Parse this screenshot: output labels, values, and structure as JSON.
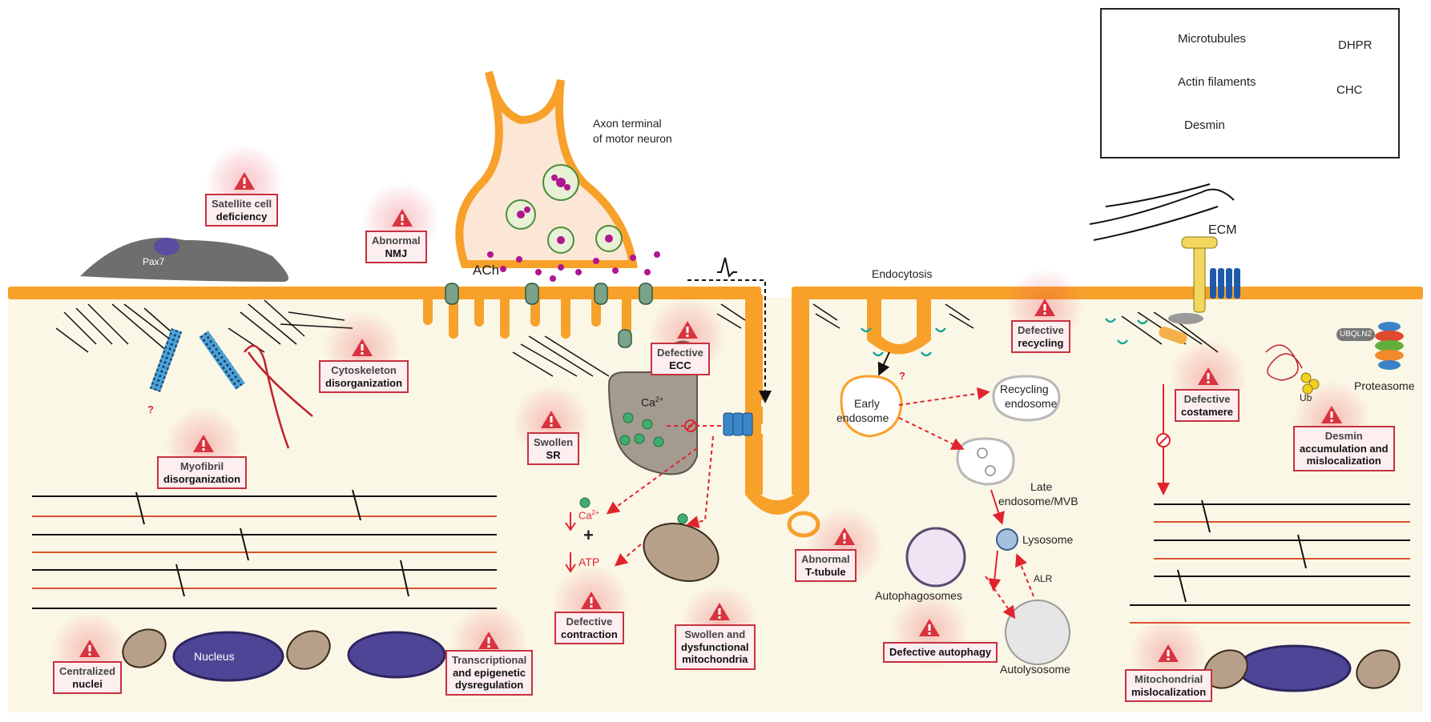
{
  "legend": {
    "microtubules": "Microtubules",
    "actin": "Actin filaments",
    "desmin": "Desmin",
    "dhpr": "DHPR",
    "chc": "CHC"
  },
  "labels": {
    "axon_terminal_1": "Axon terminal",
    "axon_terminal_2": "of motor neuron",
    "ach": "ACh",
    "pax7": "Pax7",
    "ca": "Ca",
    "ca_sup": "2+",
    "ca_low": "Ca",
    "ca_low_sup": "2+",
    "atp": "ATP",
    "plus": "+",
    "endocytosis": "Endocytosis",
    "early_endosome_1": "Early",
    "early_endosome_2": "endosome",
    "recycling_endosome_1": "Recycling",
    "recycling_endosome_2": "endosome",
    "late_endosome_1": "Late",
    "late_endosome_2": "endosome/MVB",
    "lysosome": "Lysosome",
    "autophagosomes": "Autophagosomes",
    "autolysosome": "Autolysosome",
    "alr": "ALR",
    "ecm": "ECM",
    "ub": "Ub",
    "ubqln2": "UBQLN2",
    "proteasome": "Proteasome",
    "nucleus": "Nucleus",
    "question": "?"
  },
  "issues": {
    "satellite": {
      "l1": "Satellite cell",
      "l2": "deficiency"
    },
    "nmj": {
      "l1": "Abnormal",
      "l2": "NMJ"
    },
    "cytoskeleton": {
      "l1": "Cytoskeleton",
      "l2": "disorganization"
    },
    "myofibril": {
      "l1": "Myofibril",
      "l2": "disorganization"
    },
    "centralized": {
      "l1": "Centralized",
      "l2": "nuclei"
    },
    "transcriptional": {
      "l1": "Transcriptional",
      "l2": "and epigenetic",
      "l3": "dysregulation"
    },
    "ecc": {
      "l1": "Defective",
      "l2": "ECC"
    },
    "sr": {
      "l1": "Swollen",
      "l2": "SR"
    },
    "contraction": {
      "l1": "Defective",
      "l2": "contraction"
    },
    "mito": {
      "l1": "Swollen and",
      "l2": "dysfunctional",
      "l3": "mitochondria"
    },
    "ttubule": {
      "l1": "Abnormal",
      "l2": "T-tubule"
    },
    "recycling": {
      "l1": "Defective",
      "l2": "recycling"
    },
    "autophagy": {
      "l1": "Defective autophagy"
    },
    "costamere": {
      "l1": "Defective",
      "l2": "costamere"
    },
    "desmin": {
      "l1": "Desmin",
      "l2": "accumulation and",
      "l3": "mislocalization"
    },
    "mitomisloc": {
      "l1": "Mitochondrial",
      "l2": "mislocalization"
    }
  },
  "colors": {
    "membrane": "#f7a12b",
    "cytoplasm": "#fbf7e6",
    "alert_red": "#e0242d",
    "box_border": "#c7313f",
    "nucleus": "#4f4596",
    "mito_fill": "#b7a08a",
    "dhpr_blue": "#3a86c8",
    "chc_teal": "#1aa89a",
    "actin": "#111111",
    "desmin": "#c0212d"
  }
}
